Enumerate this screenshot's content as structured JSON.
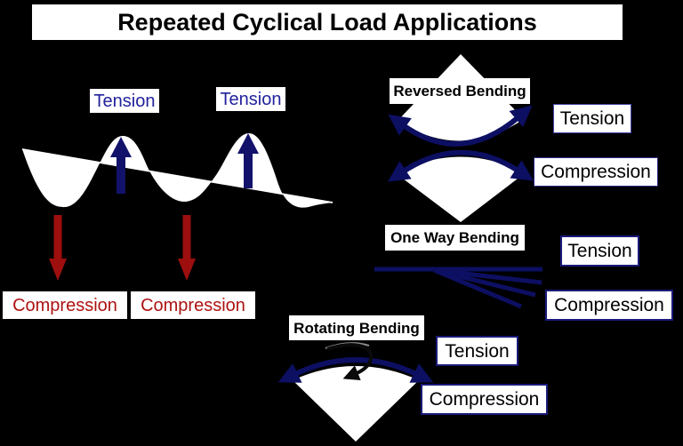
{
  "title": "Repeated Cyclical Load Applications",
  "colors": {
    "background": "#000000",
    "panel": "#ffffff",
    "navy_arrow": "#0d0f62",
    "tension_text_blue": "#22229e",
    "compression_text_red": "#ad1212",
    "red_arrow": "#9d0e0e",
    "label_border_navy": "#1a1a7a"
  },
  "wave_section": {
    "tension_labels": [
      "Tension",
      "Tension"
    ],
    "compression_labels": [
      "Compression",
      "Compression"
    ]
  },
  "reversed_bending": {
    "title": "Reversed Bending",
    "tension_label": "Tension",
    "compression_label": "Compression"
  },
  "one_way_bending": {
    "title": "One Way Bending",
    "tension_label": "Tension",
    "compression_label": "Compression"
  },
  "rotating_bending": {
    "title": "Rotating Bending",
    "tension_label": "Tension",
    "compression_label": "Compression"
  }
}
